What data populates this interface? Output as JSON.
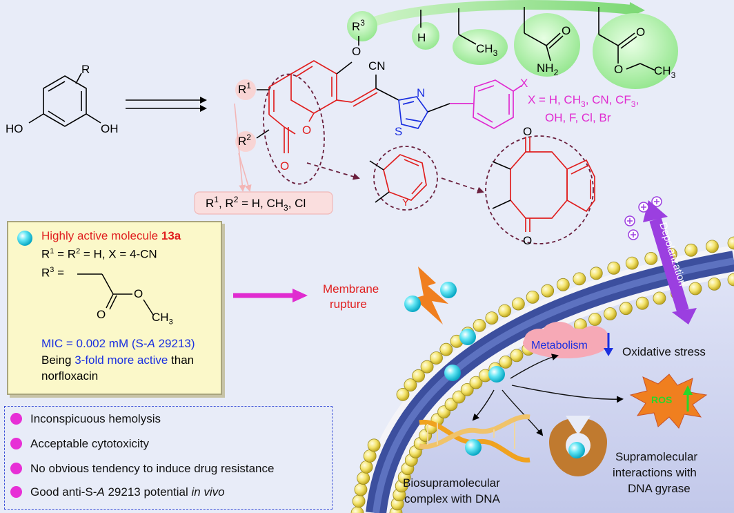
{
  "reactant": {
    "substituent": "R",
    "left_oh": "HO",
    "right_oh": "OH"
  },
  "core": {
    "r1": "R",
    "r1_sup": "1",
    "r2": "R",
    "r2_sup": "2",
    "r3": "R",
    "r3_sup": "3",
    "ring_o": "O",
    "carbonyl_o": "O",
    "ether_o": "O",
    "cn": "CN",
    "thiazole_n": "N",
    "thiazole_s": "S",
    "x": "X"
  },
  "x_definition": {
    "line1": "X = H, CH",
    "line1_sub": "3",
    "line1_rest": ", CN, CF",
    "line1_sub2": "3",
    "line1_end": ",",
    "line2": "OH, F, Cl, Br"
  },
  "r12_definition": "R",
  "r12_parts": {
    "sup1": "1",
    "mid": ", R",
    "sup2": "2",
    "rest": " = H, CH",
    "sub3": "3",
    "end": ", Cl"
  },
  "r3_options": {
    "h": "H",
    "ethyl": "CH",
    "ethyl_sub": "3",
    "amide_o": "O",
    "amide_nh2": "NH",
    "amide_sub": "2",
    "ester_o1": "O",
    "ester_o2": "O",
    "ester_ch3": "CH",
    "ester_sub": "3"
  },
  "heteroaryl_y": "Y",
  "naphthoquinone": {
    "o_top": "O",
    "o_bottom": "O"
  },
  "card": {
    "title": "Highly active molecule ",
    "title_bold": "13a",
    "line1": "R",
    "line1_parts": {
      "sup1": "1",
      "mid": " = R",
      "sup2": "2",
      "rest": " = H, X = 4-CN"
    },
    "line2": "R",
    "line2_sup": "3",
    "line2_rest": " =",
    "ester_o1": "O",
    "ester_o2": "O",
    "ester_ch3": "CH",
    "ester_sub": "3",
    "mic": "MIC = 0.002 mM (S-",
    "mic_italic": "A",
    "mic_rest": " 29213)",
    "being_prefix": "Being ",
    "being_highlight": "3-fold more active",
    "being_suffix": " than",
    "being_line2": "norfloxacin"
  },
  "properties": [
    "Inconspicuous hemolysis",
    "Acceptable cytotoxicity",
    "No obvious tendency to induce drug resistance"
  ],
  "property_last": {
    "prefix": "Good anti-S-",
    "italic_a": "A",
    "mid": " 29213 potential ",
    "italic_tail": "in vivo"
  },
  "membrane_rupture": {
    "line1": "Membrane",
    "line2": "rupture"
  },
  "depolarization": "Depolarization",
  "metabolism": "Metabolism",
  "oxidative_stress": "Oxidative stress",
  "ros": "ROS",
  "dna_complex": {
    "line1": "Biosupramolecular",
    "line2": "complex with DNA"
  },
  "gyrase": {
    "line1": "Supramolecular",
    "line2": "interactions with",
    "line3": "DNA gyrase"
  },
  "colors": {
    "red": "#e01f1f",
    "magenta": "#e02bd0",
    "blue": "#1a2fe0",
    "green_arrow": "#8fe08a",
    "card_bg": "#fbf8c9",
    "membrane": "#3a4fa0"
  }
}
